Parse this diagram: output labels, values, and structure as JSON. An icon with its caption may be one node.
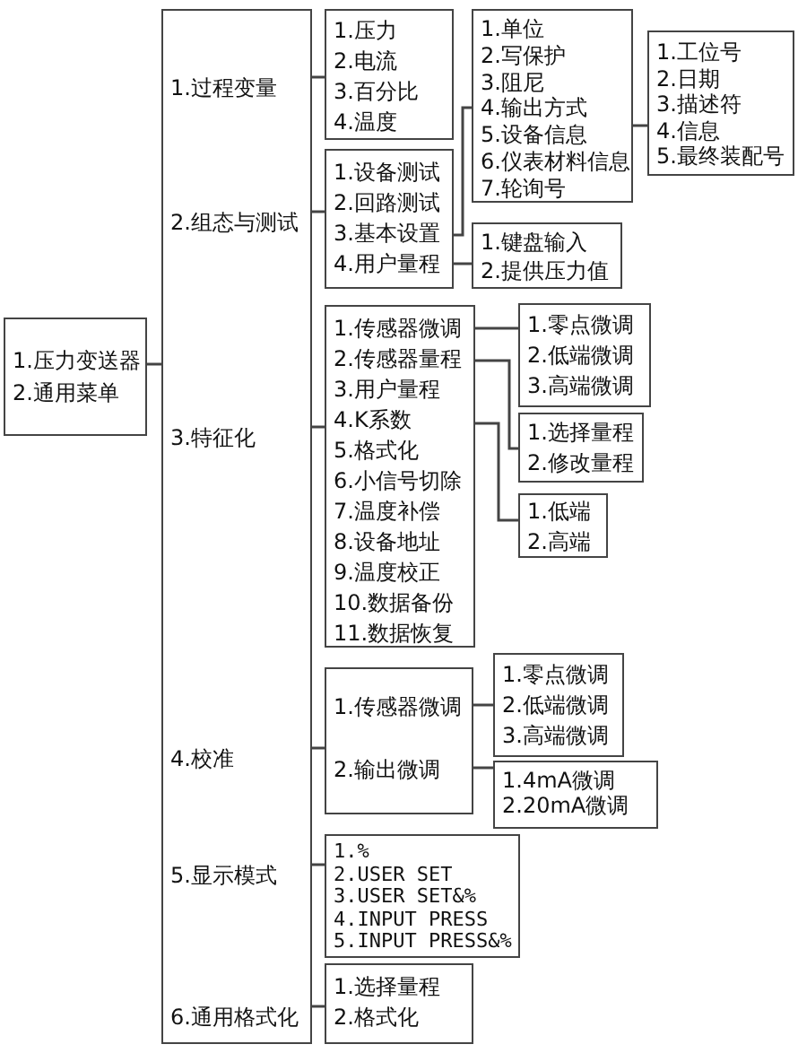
{
  "diagram": {
    "nodes": [
      {
        "text": [
          "1.压力变送器",
          "2.通用菜单"
        ]
      },
      {
        "text": [
          "1.过程变量",
          "2.组态与测试",
          "3.特征化",
          "4.校准",
          "5.显示模式",
          "6.通用格式化"
        ]
      },
      {
        "text": [
          "1.压力",
          "2.电流",
          "3.百分比",
          "4.温度"
        ]
      },
      {
        "text": [
          "1.设备测试",
          "2.回路测试",
          "3.基本设置",
          "4.用户量程"
        ]
      },
      {
        "text": [
          "1.单位",
          "2.写保护",
          "3.阻尼",
          "4.输出方式",
          "5.设备信息",
          "6.仪表材料信息",
          "7.轮询号"
        ]
      },
      {
        "text": [
          "1.键盘输入",
          "2.提供压力值"
        ]
      },
      {
        "text": [
          "1.工位号",
          "2.日期",
          "3.描述符",
          "4.信息",
          "5.最终装配号"
        ]
      },
      {
        "text": [
          "1.传感器微调",
          "2.传感器量程",
          "3.用户量程",
          "4.K系数",
          "5.格式化",
          "6.小信号切除",
          "7.温度补偿",
          "8.设备地址",
          "9.温度校正",
          "10.数据备份",
          "11.数据恢复"
        ]
      },
      {
        "text": [
          "1.零点微调",
          "2.低端微调",
          "3.高端微调"
        ]
      },
      {
        "text": [
          "1.选择量程",
          "2.修改量程"
        ]
      },
      {
        "text": [
          "1.低端",
          "2.高端"
        ]
      },
      {
        "text": [
          "1.传感器微调",
          "2.输出微调"
        ]
      },
      {
        "text": [
          "1.零点微调",
          "2.低端微调",
          "3.高端微调"
        ]
      },
      {
        "text": [
          "1.4mA微调",
          "2.20mA微调"
        ]
      },
      {
        "text": [
          "1.%",
          "2.USER SET",
          "3.USER SET&%",
          "4.INPUT PRESS",
          "5.INPUT PRESS&%"
        ]
      },
      {
        "text": [
          "1.选择量程",
          "2.格式化"
        ]
      }
    ],
    "edges": [
      {
        "from": 0,
        "to": 1,
        "arrow": "none"
      },
      {
        "from": 1,
        "to": 2,
        "arrow": "none"
      },
      {
        "from": 1,
        "to": 3,
        "arrow": "none"
      },
      {
        "from": 3,
        "to": 4,
        "arrow": "none"
      },
      {
        "from": 3,
        "to": 5,
        "arrow": "none"
      },
      {
        "from": 4,
        "to": 6,
        "arrow": "none"
      },
      {
        "from": 1,
        "to": 7,
        "arrow": "none"
      },
      {
        "from": 7,
        "to": 8,
        "arrow": "none"
      },
      {
        "from": 7,
        "to": 9,
        "arrow": "none"
      },
      {
        "from": 7,
        "to": 10,
        "arrow": "none"
      },
      {
        "from": 1,
        "to": 11,
        "arrow": "none"
      },
      {
        "from": 11,
        "to": 12,
        "arrow": "none"
      },
      {
        "from": 11,
        "to": 13,
        "arrow": "none"
      },
      {
        "from": 1,
        "to": 14,
        "arrow": "none"
      },
      {
        "from": 1,
        "to": 15,
        "arrow": "none"
      }
    ]
  }
}
